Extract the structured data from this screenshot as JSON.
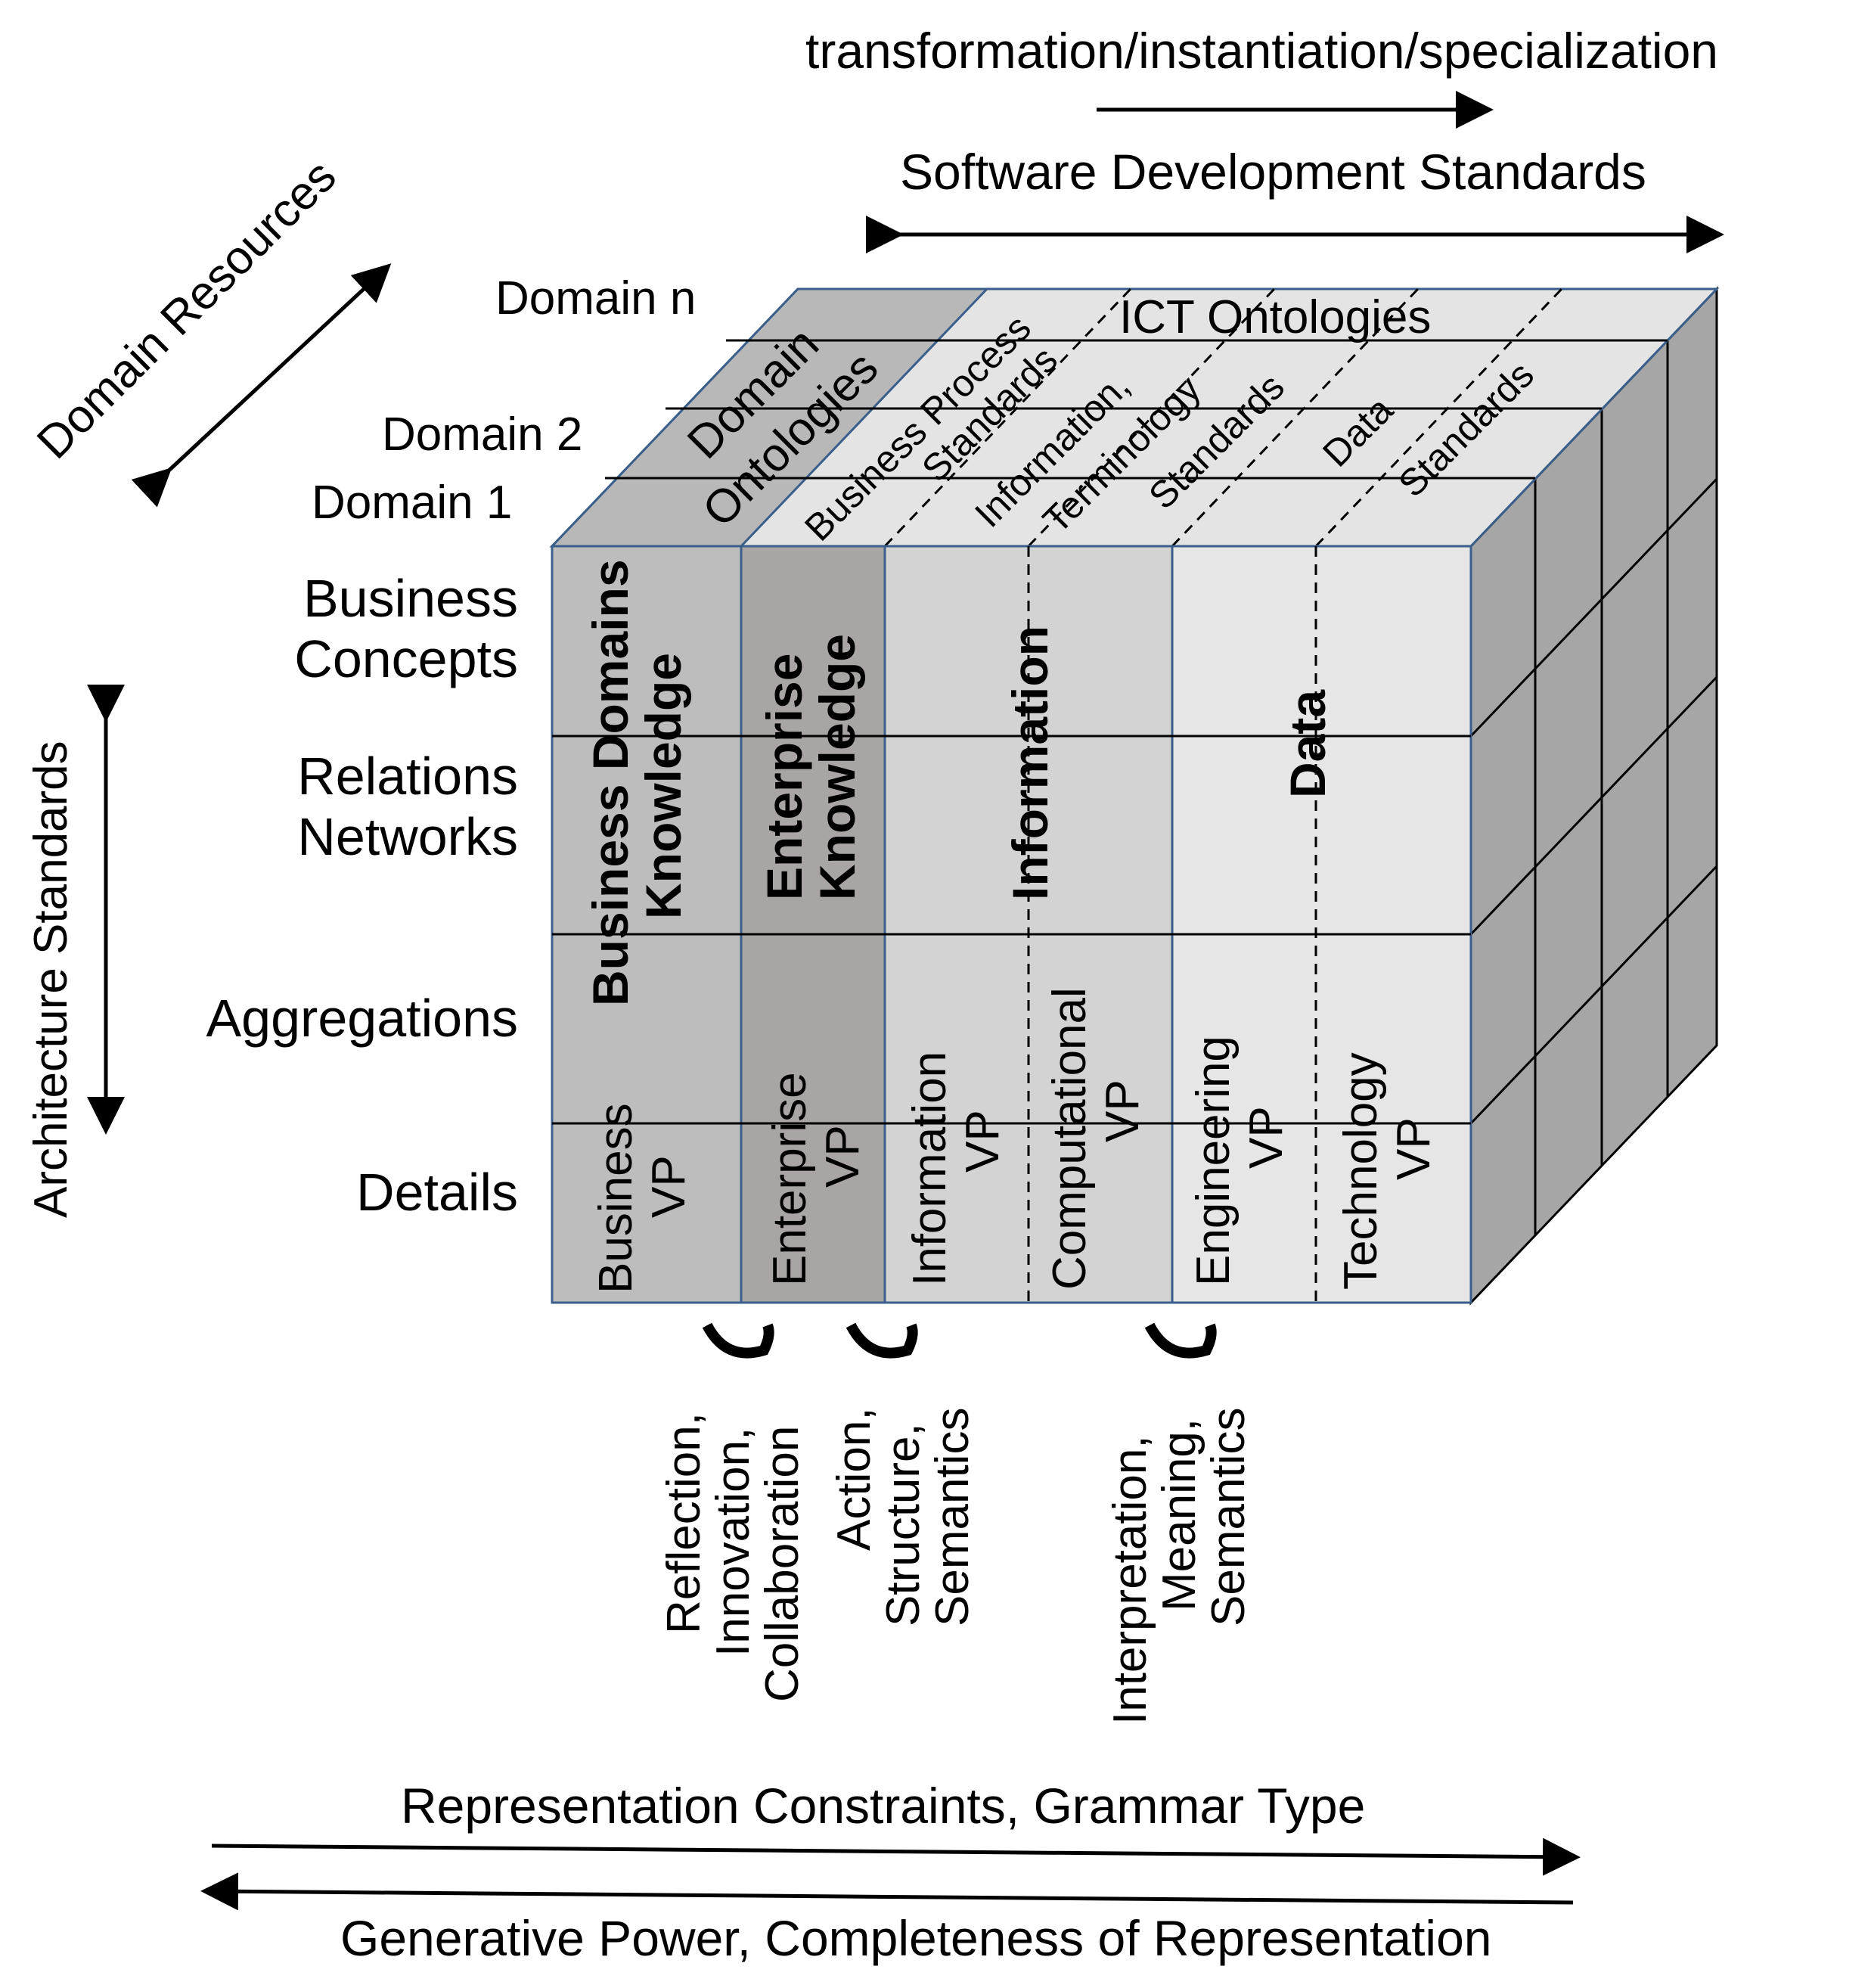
{
  "top_labels": {
    "transformation": "transformation/instantiation/specialization",
    "software_dev": "Software Development Standards",
    "domain_resources": "Domain Resources",
    "architecture_standards": "Architecture Standards",
    "representation": "Representation Constraints, Grammar Type",
    "generative": "Generative Power, Completeness of Representation"
  },
  "domains": {
    "n": "Domain n",
    "two": "Domain 2",
    "one": "Domain 1"
  },
  "rows": {
    "r1a": "Business",
    "r1b": "Concepts",
    "r2a": "Relations",
    "r2b": "Networks",
    "r3": "Aggregations",
    "r4": "Details"
  },
  "top_face": {
    "domain_ontologies_1": "Domain",
    "domain_ontologies_2": "Ontologies",
    "ict": "ICT Ontologies",
    "bp1": "Business Process",
    "bp2": "Standards",
    "it1": "Information,",
    "it2": "Terminology",
    "it3": "Standards",
    "ds1": "Data",
    "ds2": "Standards"
  },
  "front_face": {
    "bdk1": "Business Domains",
    "bdk2": "Knowledge",
    "ek1": "Enterprise",
    "ek2": "Knowledge",
    "information": "Information",
    "data": "Data",
    "vp": {
      "business": "Business",
      "enterprise": "Enterprise",
      "information": "Information",
      "computational": "Computational",
      "engineering": "Engineering",
      "technology": "Technology",
      "suffix": "VP"
    }
  },
  "bottom_groups": {
    "g1": [
      "Reflection,",
      "Innovation,",
      "Collaboration"
    ],
    "g2": [
      "Action,",
      "Structure,",
      "Semantics"
    ],
    "g3": [
      "Interpretation,",
      "Meaning,",
      "Semantics"
    ]
  },
  "colors": {
    "front_dark": "#bdbdbd",
    "front_mid": "#d3d3d3",
    "front_light": "#e6e6e6",
    "enterprise": "#aaa5a5",
    "side": "#a6a6a6",
    "top": "#e4e4e4",
    "top_dark": "#b8b8b8",
    "edge": "#3a5f8a"
  }
}
